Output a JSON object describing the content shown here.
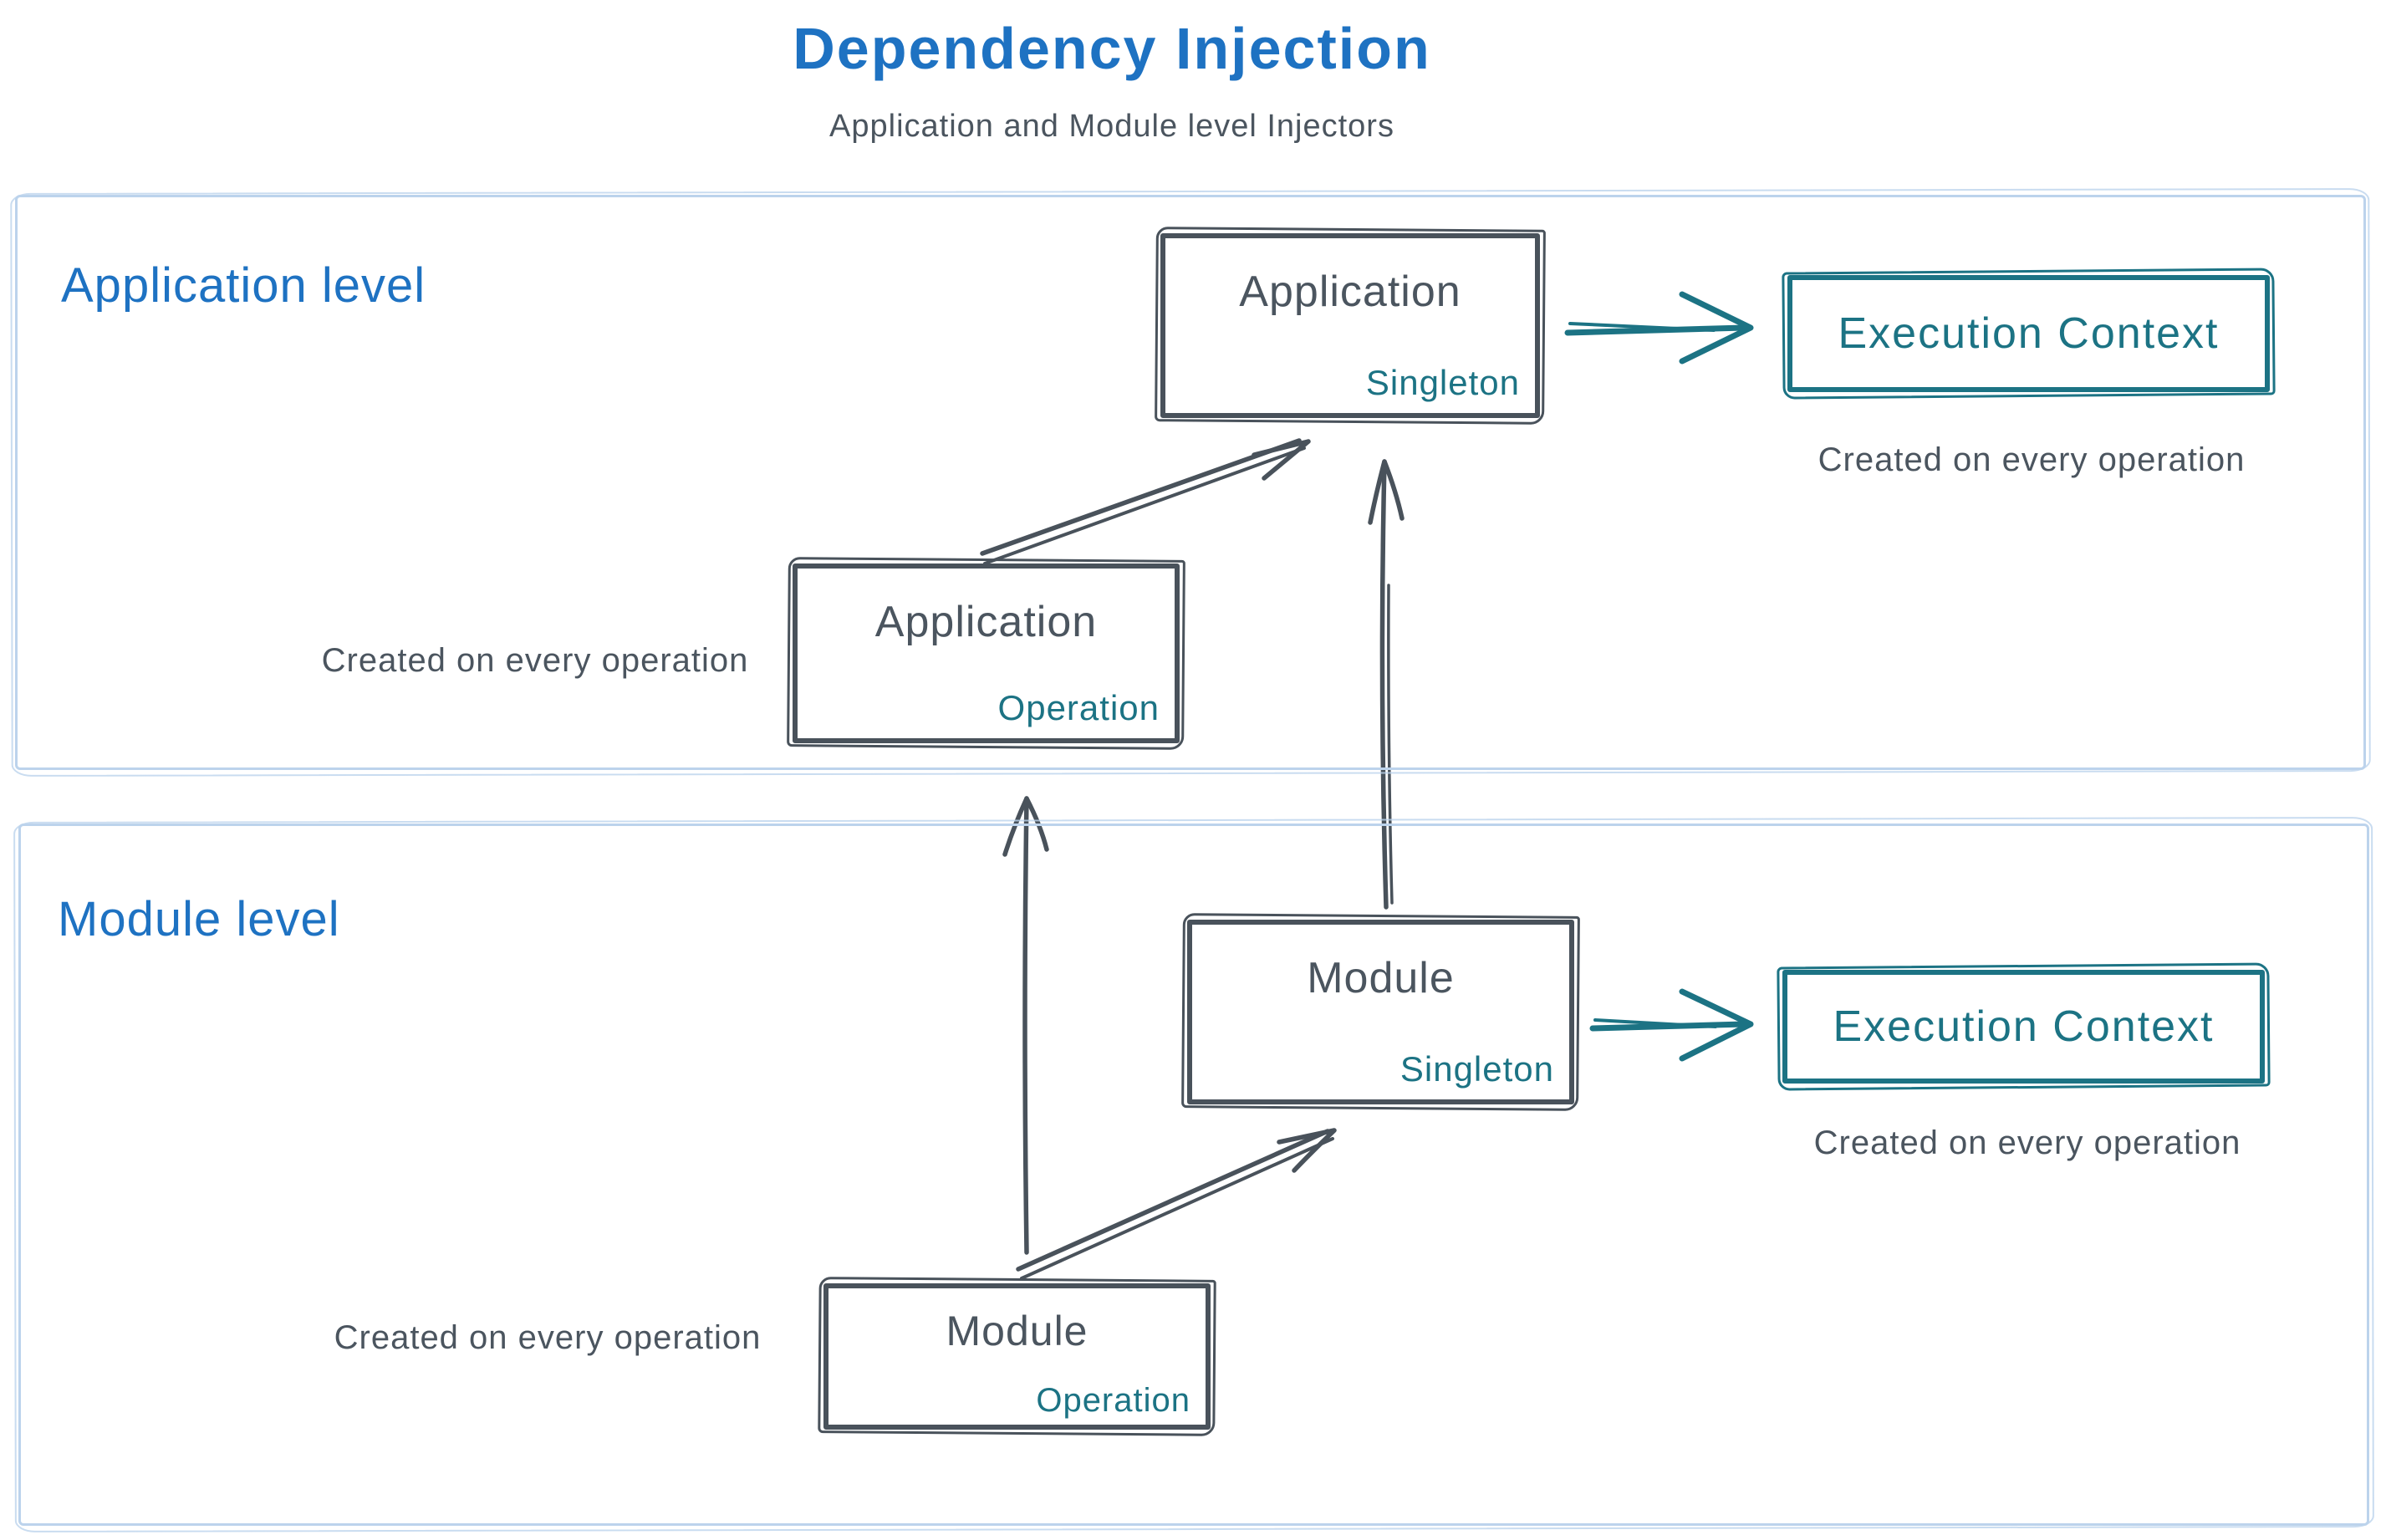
{
  "header": {
    "title": "Dependency Injection",
    "subtitle": "Application and Module level Injectors"
  },
  "colors": {
    "blue": "#1e72c2",
    "slate": "#4b555f",
    "stroke": "#49525b",
    "teal": "#1c7384",
    "container": "#bcd3ec"
  },
  "sections": {
    "application": {
      "label": "Application level"
    },
    "module": {
      "label": "Module level"
    }
  },
  "boxes": {
    "app_singleton": {
      "title": "Application",
      "scope": "Singleton"
    },
    "app_operation": {
      "title": "Application",
      "scope": "Operation"
    },
    "module_singleton": {
      "title": "Module",
      "scope": "Singleton"
    },
    "module_operation": {
      "title": "Module",
      "scope": "Operation"
    },
    "exec_context_app": {
      "title": "Execution Context"
    },
    "exec_context_module": {
      "title": "Execution Context"
    }
  },
  "captions": {
    "exec_context_app": "Created on every operation",
    "exec_context_module": "Created on every operation",
    "app_operation": "Created on every operation",
    "module_operation": "Created on every operation"
  }
}
